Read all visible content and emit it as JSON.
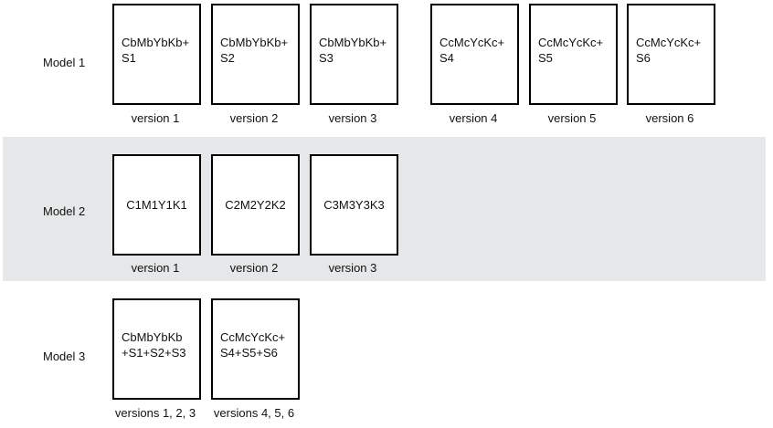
{
  "models": [
    {
      "label": "Model 1",
      "boxes": [
        {
          "text": "CbMbYbKb+\nS1",
          "caption": "version 1"
        },
        {
          "text": "CbMbYbKb+\nS2",
          "caption": "version 2"
        },
        {
          "text": "CbMbYbKb+\nS3",
          "caption": "version 3"
        },
        {
          "text": "CcMcYcKc+\nS4",
          "caption": "version 4"
        },
        {
          "text": "CcMcYcKc+\nS5",
          "caption": "version 5"
        },
        {
          "text": "CcMcYcKc+\nS6",
          "caption": "version 6"
        }
      ]
    },
    {
      "label": "Model 2",
      "boxes": [
        {
          "text": "C1M1Y1K1",
          "caption": "version 1"
        },
        {
          "text": "C2M2Y2K2",
          "caption": "version 2"
        },
        {
          "text": "C3M3Y3K3",
          "caption": "version 3"
        }
      ]
    },
    {
      "label": "Model 3",
      "boxes": [
        {
          "text": "CbMbYbKb\n+S1+S2+S3",
          "caption": "versions 1, 2, 3"
        },
        {
          "text": "CcMcYcKc+\nS4+S5+S6",
          "caption": "versions 4, 5, 6"
        }
      ]
    }
  ]
}
